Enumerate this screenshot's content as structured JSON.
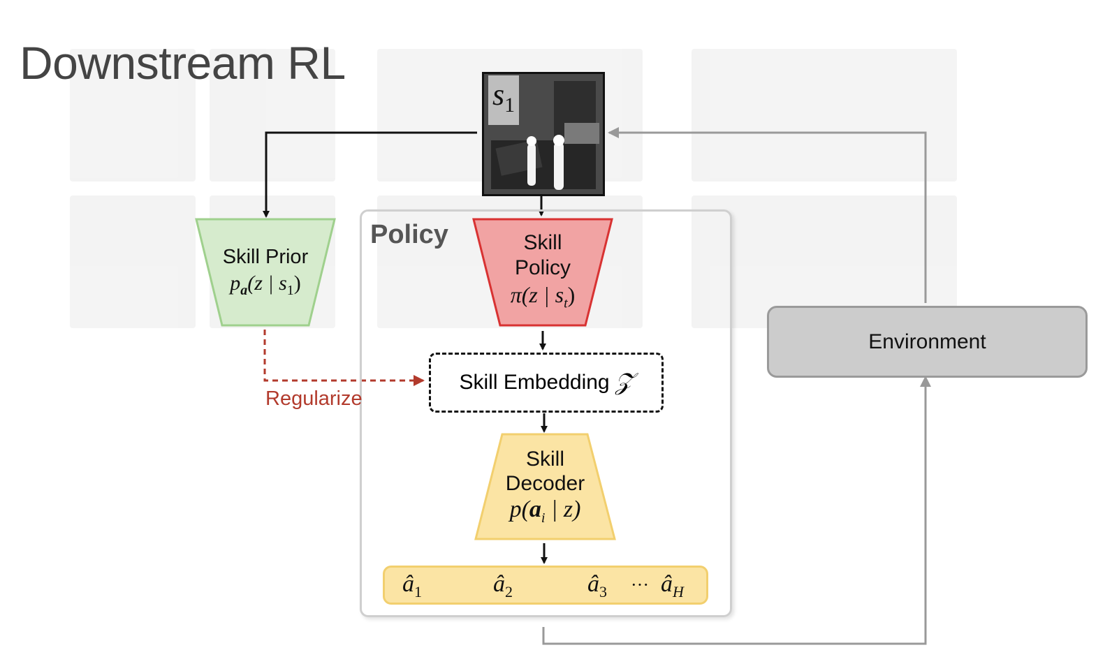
{
  "title": "Downstream RL",
  "state": {
    "label": "s",
    "subscript": "1"
  },
  "skill_prior": {
    "line1": "Skill Prior",
    "formula": "p",
    "formula_sub": "a",
    "formula_rest": "(z | s",
    "formula_sub2": "1",
    "formula_end": ")"
  },
  "policy": {
    "label": "Policy"
  },
  "skill_policy": {
    "line1": "Skill",
    "line2": "Policy",
    "formula": "π(z | s",
    "formula_sub": "t",
    "formula_end": ")"
  },
  "skill_embedding": {
    "label": "Skill Embedding",
    "symbol": "𝒵"
  },
  "skill_decoder": {
    "line1": "Skill",
    "line2": "Decoder",
    "formula": "p(",
    "formula_bold": "a",
    "formula_sub": "i",
    "formula_end": " | z)"
  },
  "actions": [
    {
      "symbol": "â",
      "sub": "1"
    },
    {
      "symbol": "â",
      "sub": "2"
    },
    {
      "symbol": "â",
      "sub": "3"
    },
    {
      "symbol": "â",
      "sub": "H"
    }
  ],
  "ellipsis": "···",
  "regularize": "Regularize",
  "environment": "Environment",
  "colors": {
    "prior_fill": "#d6ebcd",
    "prior_stroke": "#9fd08d",
    "policy_fill": "#f1a3a3",
    "policy_stroke": "#d83232",
    "decoder_fill": "#fbe4a4",
    "decoder_stroke": "#f2cf6e",
    "regularize": "#b23a2c",
    "arrow_gray": "#999999"
  }
}
